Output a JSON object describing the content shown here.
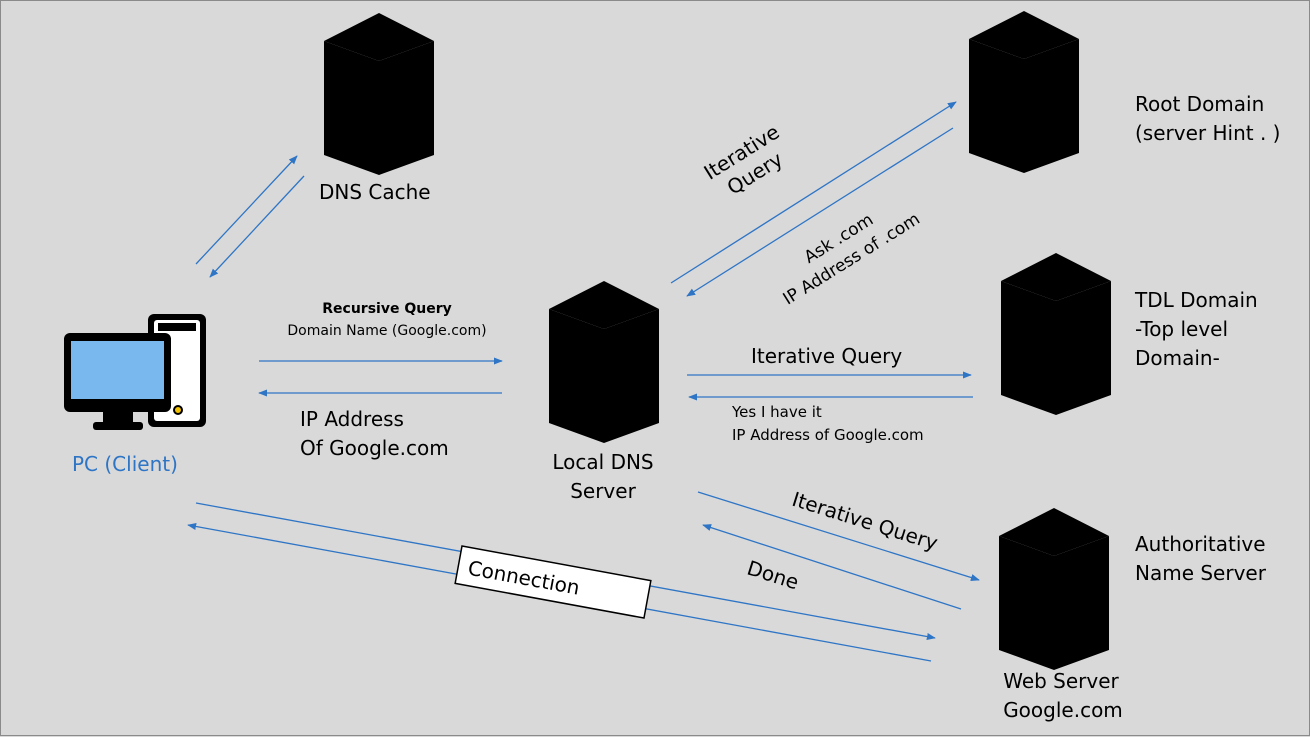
{
  "colors": {
    "background": "#d9d9d9",
    "arrow": "#2e75c6",
    "client_label": "#2e75c6",
    "server_dark": "#2c2f33",
    "server_local": "#3f5f58",
    "server_blue": "#2b3f72",
    "led_local": "#9ce6c6",
    "monitor_screen": "#78b8ee"
  },
  "nodes": {
    "client": {
      "label": "PC (Client)",
      "icon": "desktop-computer-icon"
    },
    "dns_cache": {
      "label": "DNS Cache",
      "icon": "server-icon"
    },
    "local_dns": {
      "label_line1": "Local DNS",
      "label_line2": "Server",
      "icon": "server-icon"
    },
    "root_domain": {
      "label_line1": "Root Domain",
      "label_line2": "(server Hint . )",
      "icon": "server-icon"
    },
    "tld_domain": {
      "label_line1": "TDL Domain",
      "label_line2": "-Top level",
      "label_line3": "Domain-",
      "icon": "server-icon"
    },
    "authoritative": {
      "label_line1": "Authoritative",
      "label_line2": "Name Server",
      "label_line3": "Web Server",
      "label_line4": "Google.com",
      "icon": "server-icon"
    }
  },
  "edges": {
    "recursive_title": "Recursive Query",
    "recursive_sub": "Domain Name (Google.com)",
    "ip_reply_line1": "IP Address",
    "ip_reply_line2": "Of Google.com",
    "root_query_line1": "Iterative",
    "root_query_line2": "Query",
    "root_reply_line1": "Ask .com",
    "root_reply_line2": "IP Address of .com",
    "tld_query": "Iterative Query",
    "tld_reply_line1": "Yes I have it",
    "tld_reply_line2": "IP Address of Google.com",
    "auth_query": "Iterative Query",
    "auth_reply": "Done",
    "connection": "Connection"
  }
}
